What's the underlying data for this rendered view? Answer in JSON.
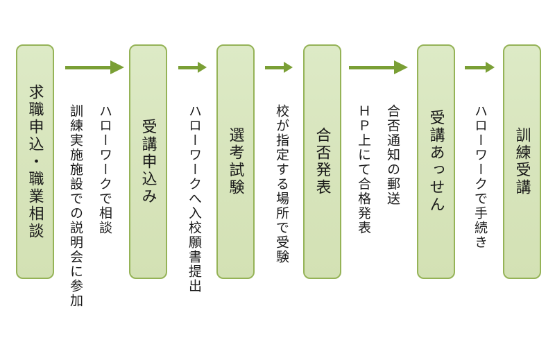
{
  "diagram": {
    "type": "process-flow",
    "direction": "left-to-right",
    "colors": {
      "background": "#ffffff",
      "box_fill": "#d8e5bd",
      "box_border": "#95b357",
      "arrow": "#7a9f35",
      "text": "#1a1a1a"
    },
    "steps": [
      {
        "label": "求職申込・職業相談"
      },
      {
        "label": "受講申込み"
      },
      {
        "label": "選考試験"
      },
      {
        "label": "合否発表"
      },
      {
        "label": "受講あっせん"
      },
      {
        "label": "訓練受講"
      }
    ],
    "annotations": [
      {
        "lines": [
          "ハローワークで相談",
          "訓練実施施設での説明会に参加"
        ]
      },
      {
        "lines": [
          "ハローワークへ入校願書提出"
        ]
      },
      {
        "lines": [
          "校が指定する場所で受験"
        ]
      },
      {
        "lines": [
          "合否通知の郵送",
          "ＨＰ上にて合格発表"
        ]
      },
      {
        "lines": [
          "ハローワークで手続き"
        ]
      }
    ]
  }
}
